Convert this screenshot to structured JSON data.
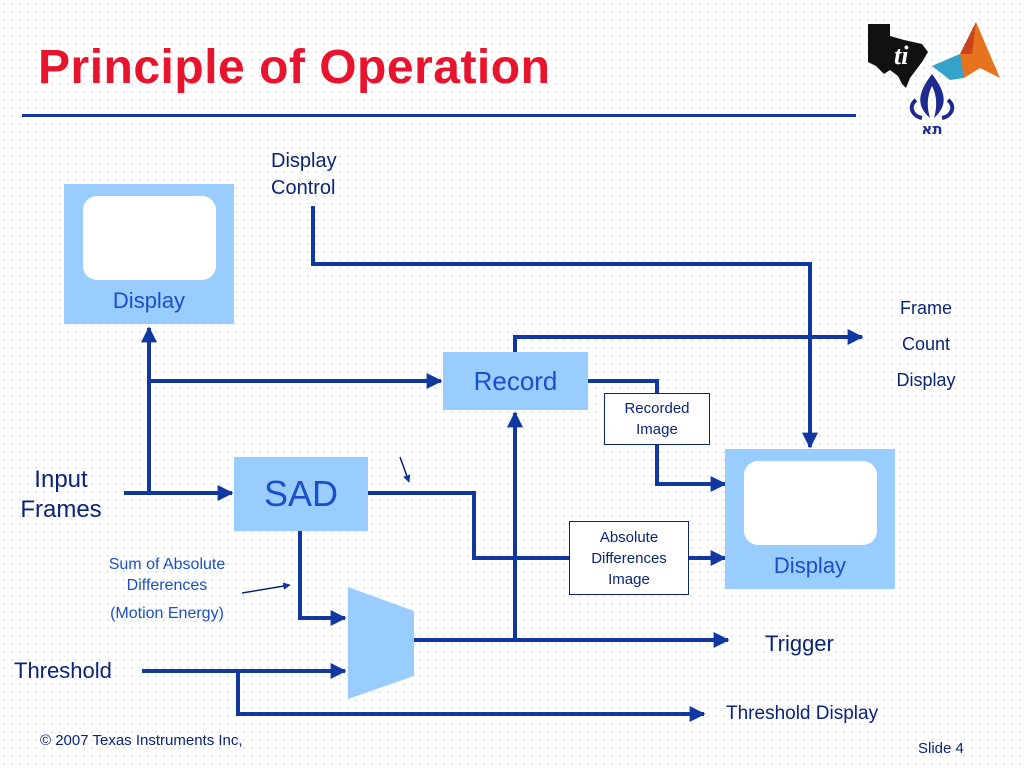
{
  "slide": {
    "title": "Principle of Operation",
    "footer_left": "© 2007 Texas Instruments Inc,",
    "footer_right": "Slide 4"
  },
  "logos": {
    "ti": "texas-instruments-logo-icon",
    "matlab": "matlab-membrane-logo-icon",
    "university": "university-emblem-icon",
    "emblem_text": "תא"
  },
  "diagram": {
    "display_control": [
      "Display",
      "Control"
    ],
    "display_top": "Display",
    "display_right": "Display",
    "record": "Record",
    "sad": "SAD",
    "input_frames": [
      "Input",
      "Frames"
    ],
    "sum_abs_diff": [
      "Sum of Absolute",
      "Differences"
    ],
    "motion_energy": "(Motion Energy)",
    "threshold": "Threshold",
    "recorded_image": [
      "Recorded",
      "Image"
    ],
    "abs_diff_image": [
      "Absolute",
      "Differences",
      "Image"
    ],
    "frame_count_display": [
      "Frame",
      "Count",
      "Display"
    ],
    "trigger": "Trigger",
    "threshold_display": "Threshold Display"
  },
  "colors": {
    "title_red": "#e8132c",
    "wire_navy": "#1137a0",
    "block_light_blue": "#99ccff",
    "text_navy": "#0b2477",
    "text_blue": "#1a4fc9"
  }
}
